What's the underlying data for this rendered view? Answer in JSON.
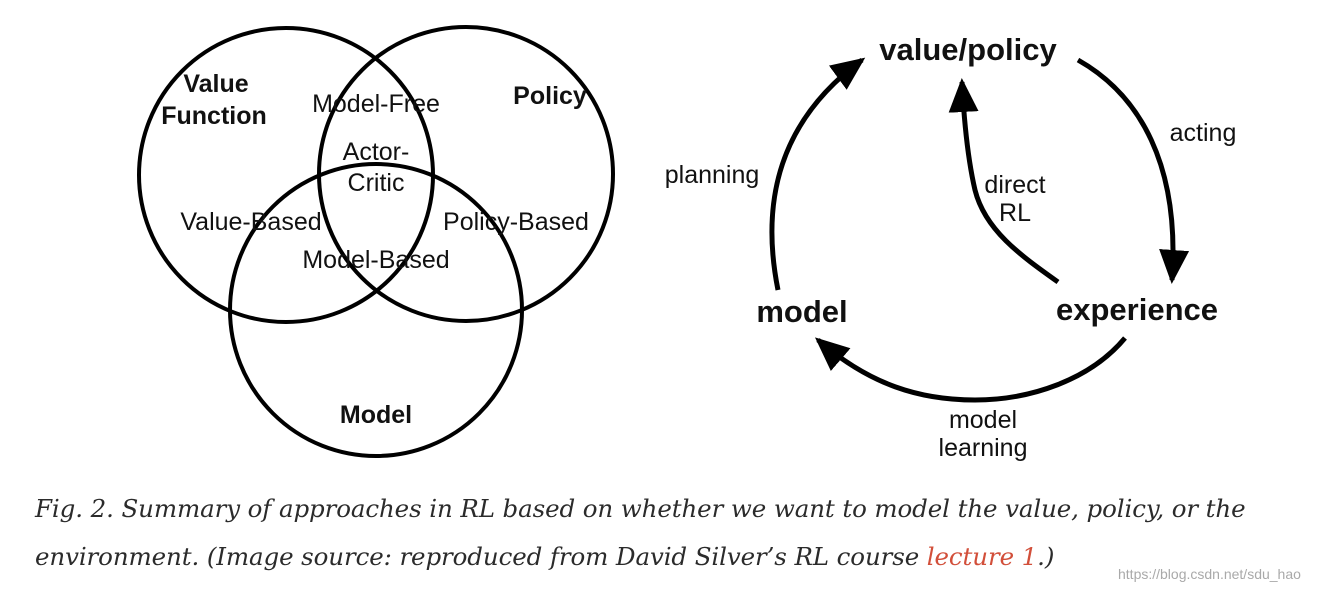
{
  "venn": {
    "value_function_line1": "Value",
    "value_function_line2": "Function",
    "policy": "Policy",
    "model": "Model",
    "model_free": "Model-Free",
    "actor_line1": "Actor-",
    "actor_line2": "Critic",
    "value_based": "Value-Based",
    "policy_based": "Policy-Based",
    "model_based": "Model-Based"
  },
  "cycle": {
    "value_policy": "value/policy",
    "acting": "acting",
    "experience": "experience",
    "model_learning_line1": "model",
    "model_learning_line2": "learning",
    "model": "model",
    "planning": "planning",
    "direct_line1": "direct",
    "direct_line2": "RL"
  },
  "caption": {
    "text_before_link": "Fig. 2. Summary of approaches in RL based on whether we want to model the value, policy, or the environment. (Image source: reproduced from David Silver’s RL course ",
    "link_text": "lecture 1",
    "text_after_link": ".)"
  },
  "watermark": "https://blog.csdn.net/sdu_hao"
}
